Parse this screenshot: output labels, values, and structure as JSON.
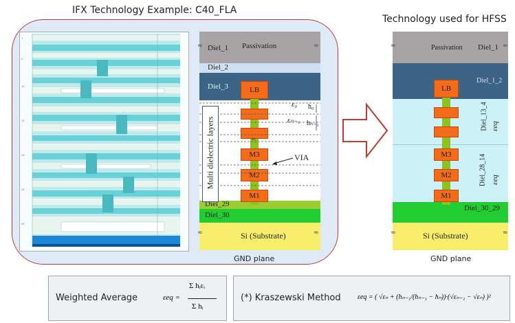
{
  "titles": {
    "left": "IFX Technology Example: C40_FLA",
    "right": "Technology used for HFSS"
  },
  "left_stack": {
    "layers": {
      "passivation": "Passivation",
      "diel_1": "Diel_1",
      "diel_2": "Diel_2",
      "diel_3": "Diel_3",
      "diel_29": "Diel_29",
      "diel_30": "Diel_30",
      "substrate": "Si (Substrate)"
    },
    "metals": {
      "lb": "LB",
      "m3": "M3",
      "m2": "M2",
      "m1": "M1"
    },
    "via_label": "VIA",
    "multi_dielectric": "Multi dielectric layers",
    "eps_top": "ε₀",
    "eps_bottom": "εₙ₋₁",
    "h_top": "h₀",
    "h_bottom": "hₙ₋₁",
    "gnd": "GND plane"
  },
  "right_stack": {
    "layers": {
      "passivation": "Passivation",
      "diel_1": "Diel_1",
      "diel_1_2": "Diel_1_2",
      "diel_13_4": "Diel_13_4",
      "diel_28_14": "Diel_28_14",
      "diel_30_29": "Diel_30_29",
      "substrate": "Si (Substrate)"
    },
    "eps_eq": "εeq",
    "metals": {
      "lb": "LB",
      "m3": "M3",
      "m2": "M2",
      "m1": "M1"
    },
    "gnd": "GND plane"
  },
  "methods": {
    "weighted_average": "Weighted Average",
    "weighted_formula_lhs": "εeq =",
    "weighted_num": "Σ hᵢεᵢ",
    "weighted_den": "Σ hᵢ",
    "kraszewski_label": "(*) Kraszewski Method",
    "kraszewski_formula": "εeq = ( √εₙ + (hₙ₋₁/(hₙ₋₁ − hₙ))·(√εₙ₋₁ − √εₙ) )²"
  },
  "colors": {
    "frame": "#c0392b",
    "passivation": "#a8a4a6",
    "diel_light": "#cfe0f2",
    "diel_dark": "#3b6487",
    "diel_cyan": "#cdf1f8",
    "diel_green": "#22cc33",
    "substrate": "#f9ee6b",
    "metal": "#f46c19",
    "via": "#8dc21f",
    "bottom_green": "#9acd32"
  }
}
